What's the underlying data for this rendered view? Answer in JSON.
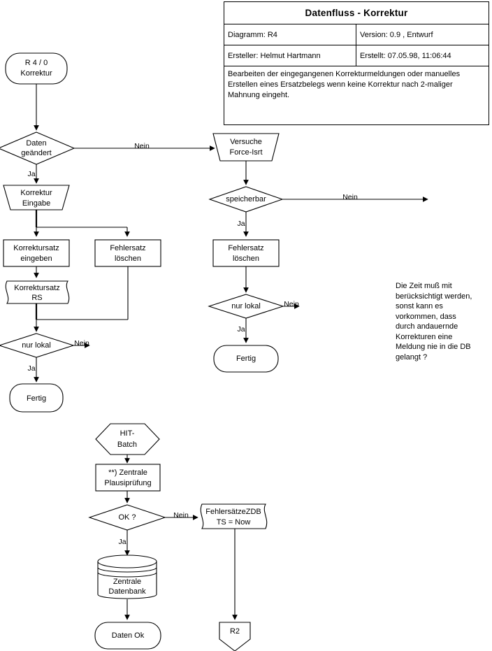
{
  "header": {
    "title": "Datenfluss - Korrektur",
    "diagram_label": "Diagramm: R4",
    "version_label": "Version: 0.9 , Entwurf",
    "author_label": "Ersteller: Helmut Hartmann",
    "created_label": "Erstellt:  07.05.98, 11:06:44",
    "description": "Bearbeiten der eingegangenen Korrekturmeldungen oder manuelles Erstellen eines Ersatzbelegs wenn keine Korrektur nach 2-maliger Mahnung eingeht."
  },
  "note": "Die Zeit muß mit\nberücksichtigt werden,\nsonst kann es\nvorkommen, dass\ndurch andauernde\nKorrekturen eine\nMeldung nie in die DB\ngelangt ?",
  "nodes": {
    "start": {
      "line1": "R 4 / 0",
      "line2": "Korrektur",
      "shape": "terminator"
    },
    "daten_geaendert": {
      "line1": "Daten",
      "line2": "geändert",
      "shape": "decision"
    },
    "korrektur_eingabe": {
      "line1": "Korrektur",
      "line2": "Eingabe",
      "shape": "manual-input-trapezoid"
    },
    "korrektursatz_eingeben": {
      "line1": "Korrektursatz",
      "line2": "eingeben",
      "shape": "process"
    },
    "fehlersatz_loeschen_left": {
      "line1": "Fehlersatz",
      "line2": "löschen",
      "shape": "process"
    },
    "korrektursatz_rs": {
      "line1": "Korrektursatz",
      "line2": "RS",
      "shape": "document"
    },
    "nur_lokal_left": {
      "line1": "nur lokal",
      "shape": "decision"
    },
    "fertig_left": {
      "line1": "Fertig",
      "shape": "terminator"
    },
    "versuche_force": {
      "line1": "Versuche",
      "line2": "Force-Isrt",
      "shape": "inverted-trapezoid"
    },
    "speicherbar": {
      "line1": "speicherbar",
      "shape": "decision"
    },
    "fehlersatz_loeschen_mid": {
      "line1": "Fehlersatz",
      "line2": "löschen",
      "shape": "process"
    },
    "nur_lokal_mid": {
      "line1": "nur lokal",
      "shape": "decision"
    },
    "fertig_mid": {
      "line1": "Fertig",
      "shape": "terminator"
    },
    "hit_batch": {
      "line1": "HIT-",
      "line2": "Batch",
      "shape": "hexagon"
    },
    "zentrale_plausipruefung": {
      "line1": "**) Zentrale",
      "line2": "Plausiprüfung",
      "shape": "process"
    },
    "ok_check": {
      "line1": "OK ?",
      "shape": "decision"
    },
    "fehlersaetze_zdb": {
      "line1": "FehlersätzeZDB",
      "line2": "TS = Now",
      "shape": "document"
    },
    "zentrale_datenbank": {
      "line1": "Zentrale",
      "line2": "Datenbank",
      "shape": "database-cylinder"
    },
    "daten_ok": {
      "line1": "Daten Ok",
      "shape": "terminator"
    },
    "r2_connector": {
      "line1": "R2",
      "shape": "offpage-connector"
    }
  },
  "edge_labels": {
    "nein_daten_geaendert": "Nein",
    "ja_daten_geaendert": "Ja",
    "nein_nur_lokal_left": "Nein",
    "ja_nur_lokal_left": "Ja",
    "nein_speicherbar": "Nein",
    "ja_speicherbar": "Ja",
    "nein_nur_lokal_mid": "Nein",
    "ja_nur_lokal_mid": "Ja",
    "nein_ok_check": "Nein",
    "ja_ok_check": "Ja"
  },
  "colors": {
    "stroke": "#000000",
    "background": "#ffffff",
    "text": "#000000"
  }
}
